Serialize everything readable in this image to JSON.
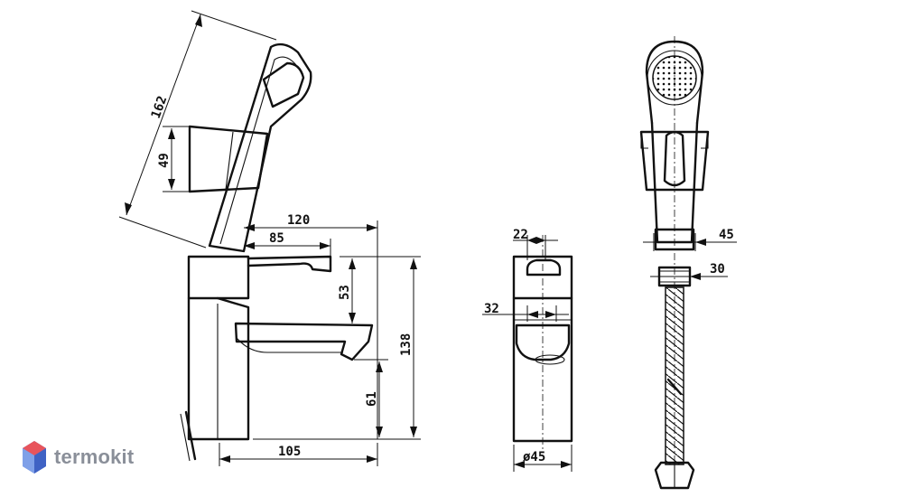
{
  "dimensions": {
    "length_162": "162",
    "holder_49": "49",
    "reach_120": "120",
    "reach_85": "85",
    "height_53": "53",
    "height_138": "138",
    "height_61": "61",
    "base_105": "105",
    "width_22": "22",
    "width_32": "32",
    "diameter_45": "ø45",
    "holder_45": "45",
    "connector_30": "30"
  },
  "brand": {
    "name": "termokit",
    "colors": {
      "logo_red": "#e8545c",
      "logo_blue": "#5b7fd6",
      "text_gray": "#8a8f99"
    }
  }
}
